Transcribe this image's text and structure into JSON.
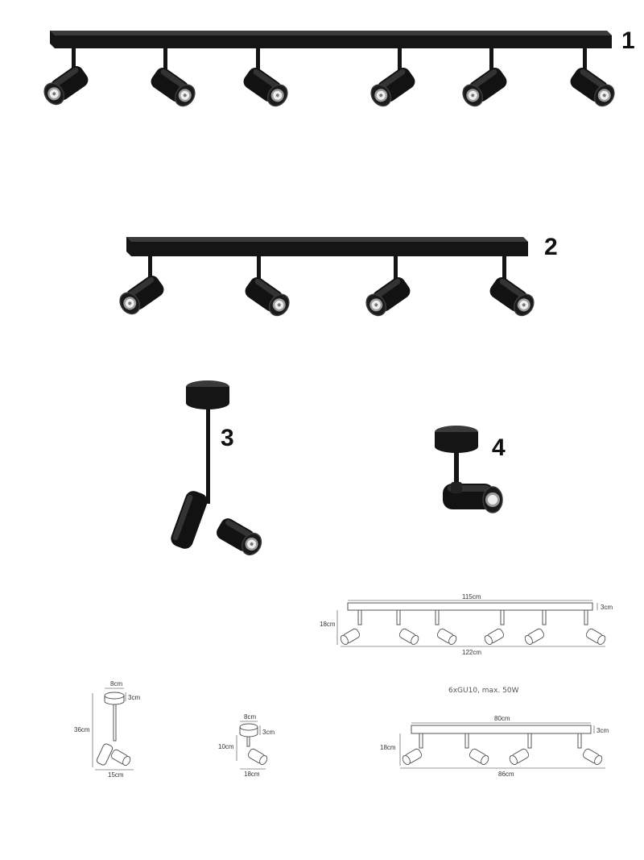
{
  "products": [
    {
      "number": "1"
    },
    {
      "number": "2"
    },
    {
      "number": "3"
    },
    {
      "number": "4"
    }
  ],
  "dimensions": {
    "six_spot": {
      "bar_length": "115cm",
      "bar_height": "3cm",
      "height": "18cm",
      "total_length": "122cm"
    },
    "spec_text": "6xGU10, max. 50W",
    "four_spot": {
      "bar_length": "80cm",
      "bar_height": "3cm",
      "height": "18cm",
      "total_length": "86cm"
    },
    "double_pendant": {
      "base": "8cm",
      "base_height": "3cm",
      "height": "36cm",
      "width": "15cm"
    },
    "single_spot": {
      "base": "8cm",
      "base_height": "3cm",
      "height": "10cm",
      "width": "18cm"
    }
  }
}
